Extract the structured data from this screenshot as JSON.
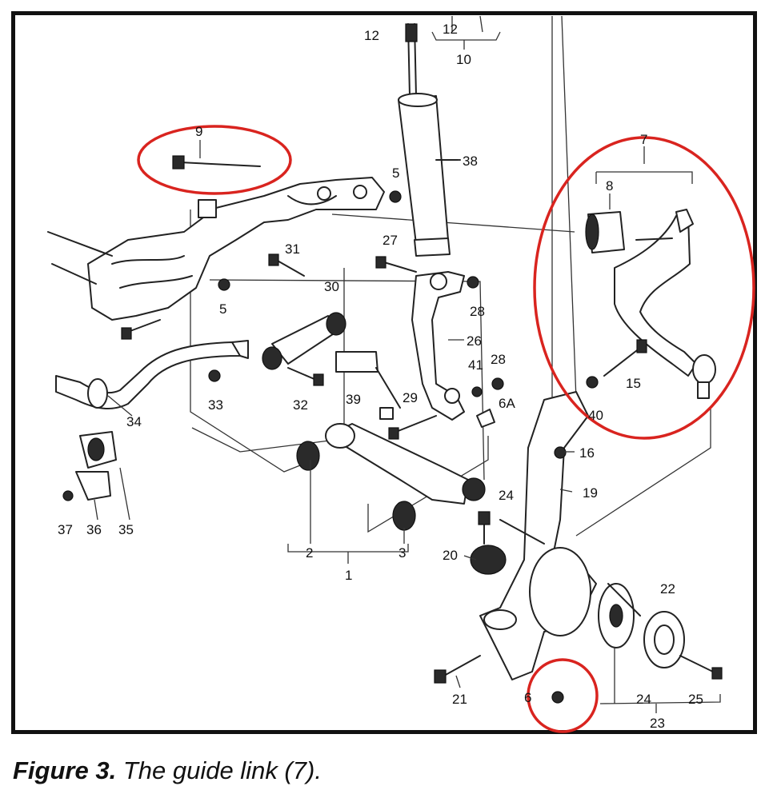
{
  "caption": {
    "lead": "Figure 3.",
    "text": " The guide link (7)."
  },
  "colors": {
    "highlight": "#d9241f",
    "line": "#222222"
  },
  "part_labels": {
    "p12a": "12",
    "p12b": "12",
    "p10": "10",
    "p9": "9",
    "p5a": "5",
    "p38": "38",
    "p7": "7",
    "p8": "8",
    "p27": "27",
    "p31": "31",
    "p30": "30",
    "p5b": "5",
    "p28a": "28",
    "p26": "26",
    "p41": "41",
    "p28b": "28",
    "p15": "15",
    "p40": "40",
    "p33": "33",
    "p32": "32",
    "p39": "39",
    "p29": "29",
    "p6A": "6A",
    "p34": "34",
    "p16": "16",
    "p19": "19",
    "p24a": "24",
    "p37": "37",
    "p36": "36",
    "p35": "35",
    "p2": "2",
    "p3": "3",
    "p1": "1",
    "p20": "20",
    "p22": "22",
    "p21": "21",
    "p6": "6",
    "p24b": "24",
    "p25": "25",
    "p23": "23"
  },
  "highlighted_parts": [
    "9",
    "7",
    "6"
  ]
}
